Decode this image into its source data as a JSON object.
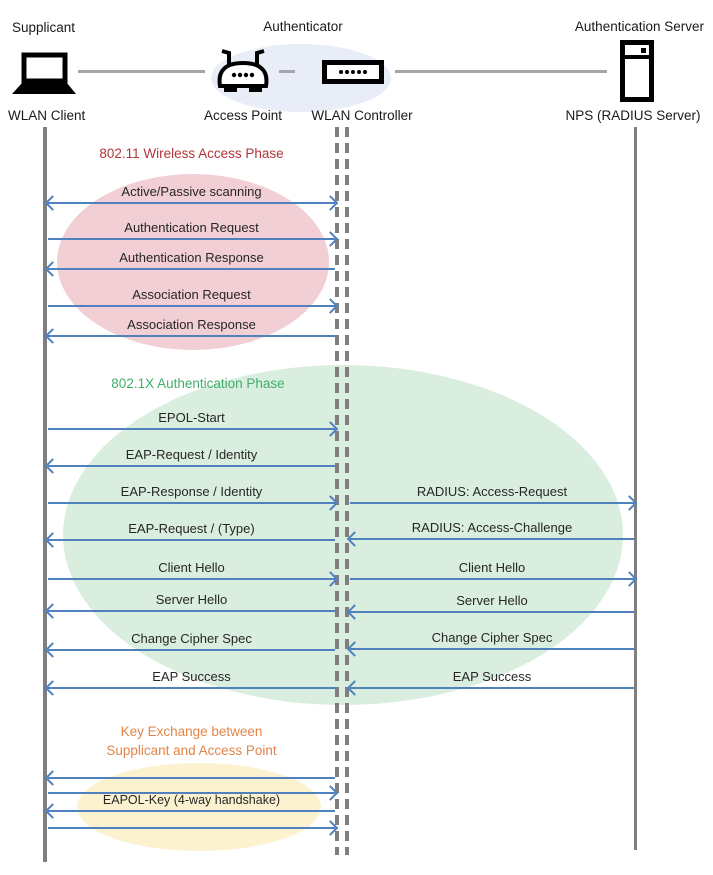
{
  "actors": {
    "supplicant": {
      "role": "Supplicant",
      "device": "WLAN Client",
      "icon": "laptop-icon"
    },
    "authenticator": {
      "role": "Authenticator",
      "devices": [
        {
          "name": "Access Point",
          "icon": "access-point-icon"
        },
        {
          "name": "WLAN Controller",
          "icon": "wlan-controller-icon"
        }
      ]
    },
    "authentication_server": {
      "role": "Authentication Server",
      "device": "NPS (RADIUS Server)",
      "icon": "server-icon"
    }
  },
  "phases": [
    {
      "id": "wireless",
      "title": "802.11 Wireless Access Phase",
      "text_color": "#B23539",
      "ellipse_color": "#F2CFD4"
    },
    {
      "id": "dot1x",
      "title": "802.1X Authentication Phase",
      "text_color": "#41AE68",
      "ellipse_color": "#D9EEDF"
    },
    {
      "id": "key_exchange",
      "title": [
        "Key Exchange between",
        "Supplicant and Access Point"
      ],
      "text_color": "#E2854A",
      "ellipse_color": "#FCF2CF"
    }
  ],
  "messages": {
    "client_to_controller": [
      {
        "label": "Active/Passive scanning",
        "direction": "both"
      },
      {
        "label": "Authentication Request",
        "direction": "right"
      },
      {
        "label": "Authentication Response",
        "direction": "left"
      },
      {
        "label": "Association Request",
        "direction": "right"
      },
      {
        "label": "Association Response",
        "direction": "left"
      },
      {
        "label": "EPOL-Start",
        "direction": "right"
      },
      {
        "label": "EAP-Request / Identity",
        "direction": "left"
      },
      {
        "label": "EAP-Response / Identity",
        "direction": "right"
      },
      {
        "label": "EAP-Request / (Type)",
        "direction": "left"
      },
      {
        "label": "Client Hello",
        "direction": "right"
      },
      {
        "label": "Server Hello",
        "direction": "left"
      },
      {
        "label": "Change Cipher Spec",
        "direction": "left"
      },
      {
        "label": "EAP Success",
        "direction": "left"
      },
      {
        "label": "",
        "direction": "left"
      },
      {
        "label": "",
        "direction": "right"
      },
      {
        "label": "EAPOL-Key (4-way handshake)",
        "direction": "left"
      },
      {
        "label": "",
        "direction": "right"
      }
    ],
    "controller_to_server": [
      {
        "label": "RADIUS: Access-Request",
        "direction": "right"
      },
      {
        "label": "RADIUS: Access-Challenge",
        "direction": "left"
      },
      {
        "label": "Client Hello",
        "direction": "right"
      },
      {
        "label": "Server Hello",
        "direction": "left"
      },
      {
        "label": "Change Cipher Spec",
        "direction": "left"
      },
      {
        "label": "EAP Success",
        "direction": "left"
      }
    ]
  },
  "colors": {
    "arrow": "#4F81BD",
    "lifeline": "#7F7F7F",
    "top_connector": "#A6A6A6",
    "message_text": "#262626",
    "authenticator_ellipse": "#E9EDF7"
  }
}
